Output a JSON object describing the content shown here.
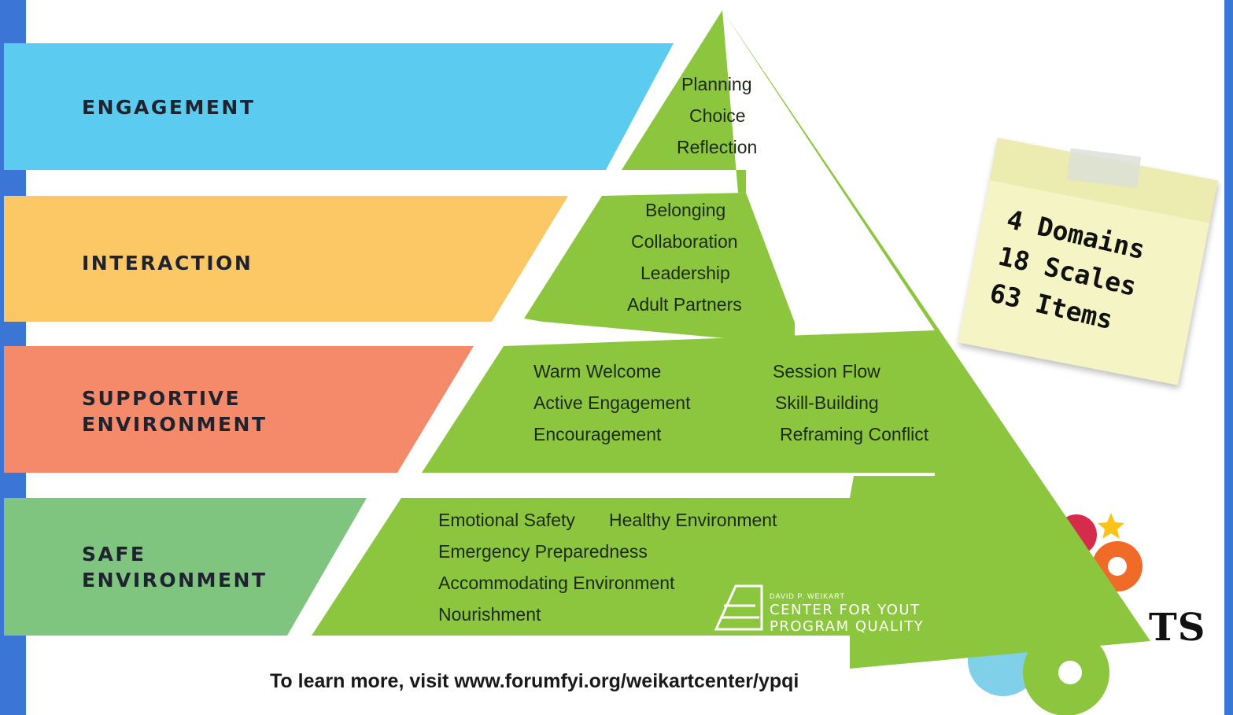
{
  "bands": [
    {
      "label_lines": [
        "ENGAGEMENT"
      ],
      "color": "#5bcbef",
      "items": [
        "Planning",
        "Choice",
        "Reflection"
      ]
    },
    {
      "label_lines": [
        "INTERACTION"
      ],
      "color": "#fcc865",
      "items": [
        "Belonging",
        "Collaboration",
        "Leadership",
        "Adult Partners"
      ]
    },
    {
      "label_lines": [
        "SUPPORTIVE",
        "ENVIRONMENT"
      ],
      "color": "#f48a69",
      "items_left": [
        "Warm Welcome",
        "Active Engagement",
        "Encouragement"
      ],
      "items_right": [
        "Session Flow",
        "Skill-Building",
        "Reframing Conflict"
      ]
    },
    {
      "label_lines": [
        "SAFE",
        "ENVIRONMENT"
      ],
      "color": "#7fc47f",
      "items": [
        "Emotional Safety",
        "Healthy Environment",
        "Emergency Preparedness",
        "Accommodating Environment",
        "Nourishment"
      ]
    }
  ],
  "pyramid_color": "#8cc63e",
  "note": {
    "lines": [
      "4 Domains",
      "18 Scales",
      "63 Items"
    ]
  },
  "logo": {
    "small": "David P. Weikart",
    "line1": "Center for Yout",
    "line2": "Program Quality"
  },
  "background_text": "TS",
  "footer": "To learn more, visit www.forumfyi.org/weikartcenter/ypqi"
}
